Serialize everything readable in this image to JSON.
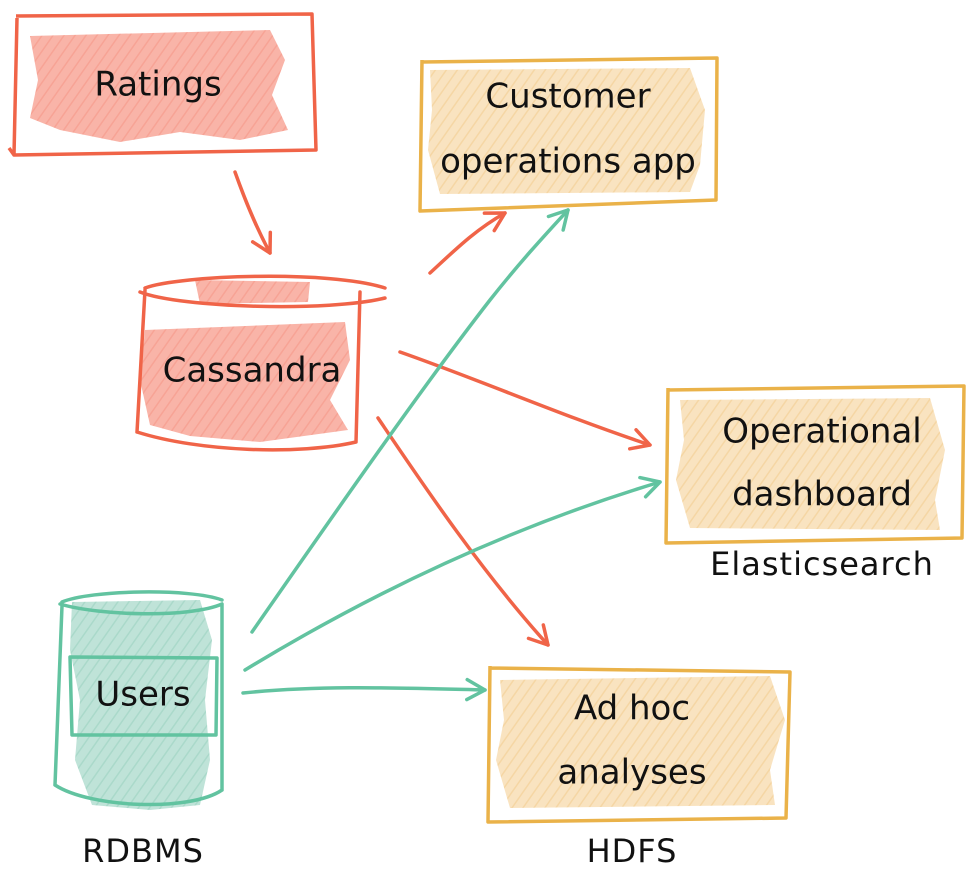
{
  "colors": {
    "source_outline": "#f06448",
    "source_fill": "#f9b4a8",
    "users_outline": "#62c3a0",
    "users_fill": "#bfe3d8",
    "target_outline": "#eab249",
    "target_fill": "#f7dcb0",
    "text": "#111111"
  },
  "nodes": {
    "ratings": {
      "label": "Ratings",
      "shape": "rectangle"
    },
    "cassandra": {
      "label": "Cassandra",
      "shape": "cylinder"
    },
    "users": {
      "label": "Users",
      "shape": "cylinder"
    },
    "customer_app": {
      "line1": "Customer",
      "line2": "operations app",
      "shape": "rectangle"
    },
    "dashboard": {
      "line1": "Operational",
      "line2": "dashboard",
      "shape": "rectangle"
    },
    "adhoc": {
      "line1": "Ad hoc",
      "line2": "analyses",
      "shape": "rectangle"
    }
  },
  "captions": {
    "elasticsearch": "Elasticsearch",
    "rdbms": "RDBMS",
    "hdfs": "HDFS"
  },
  "edges": [
    {
      "from": "ratings",
      "to": "cassandra",
      "color": "red"
    },
    {
      "from": "cassandra",
      "to": "customer_app",
      "color": "red"
    },
    {
      "from": "cassandra",
      "to": "dashboard",
      "color": "red"
    },
    {
      "from": "cassandra",
      "to": "adhoc",
      "color": "red"
    },
    {
      "from": "users",
      "to": "customer_app",
      "color": "green"
    },
    {
      "from": "users",
      "to": "dashboard",
      "color": "green"
    },
    {
      "from": "users",
      "to": "adhoc",
      "color": "green"
    }
  ]
}
